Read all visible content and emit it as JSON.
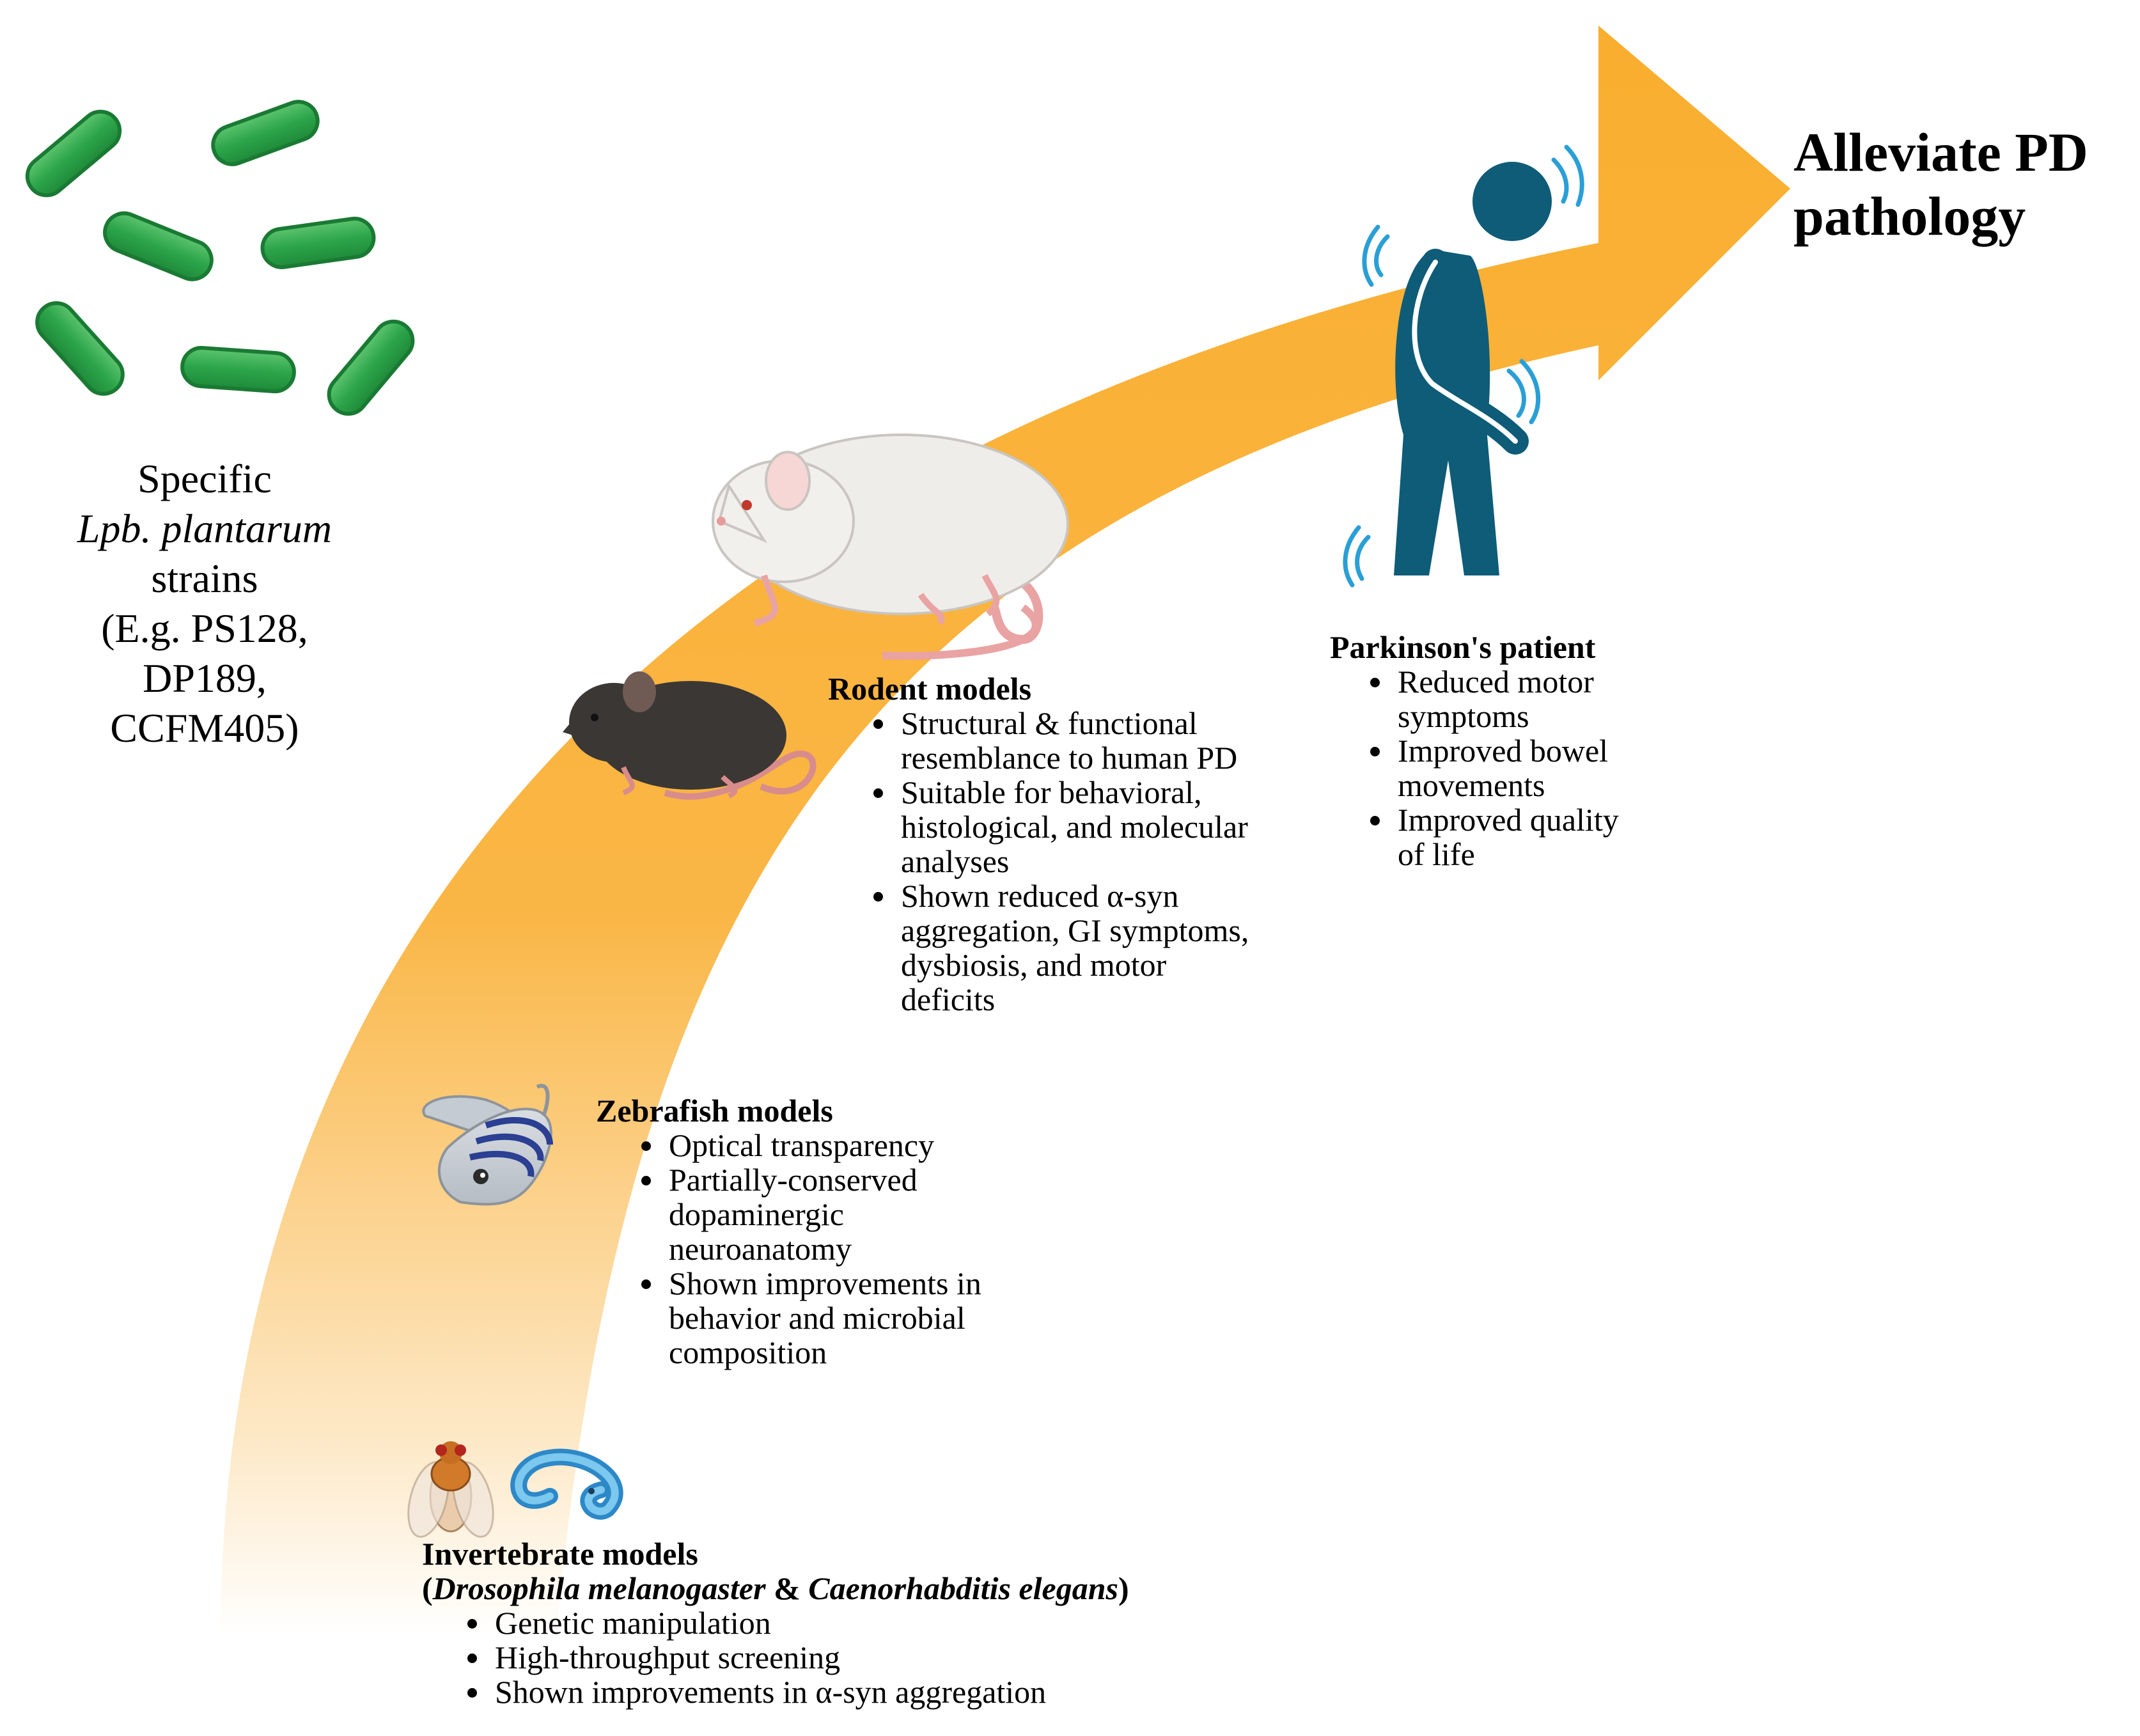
{
  "strain_label": {
    "line1": "Specific",
    "line2": "Lpb. plantarum",
    "line3": "strains",
    "line4": "(E.g. PS128,",
    "line5": "DP189,",
    "line6": "CCFM405)"
  },
  "goal": {
    "line1": "Alleviate PD",
    "line2": "pathology"
  },
  "patient": {
    "title": "Parkinson's patient",
    "items": [
      "Reduced motor symptoms",
      "Improved bowel movements",
      "Improved quality of life"
    ],
    "lines": [
      [
        "Reduced motor",
        "symptoms"
      ],
      [
        "Improved bowel",
        "movements"
      ],
      [
        "Improved quality",
        "of life"
      ]
    ]
  },
  "rodent": {
    "title": "Rodent models",
    "lines": [
      [
        "Structural & functional",
        "resemblance to human PD"
      ],
      [
        "Suitable for behavioral,",
        "histological, and molecular",
        "analyses"
      ],
      [
        "Shown reduced α-syn",
        "aggregation, GI symptoms,",
        "dysbiosis, and motor",
        "deficits"
      ]
    ]
  },
  "zebrafish": {
    "title": "Zebrafish models",
    "lines": [
      [
        "Optical transparency"
      ],
      [
        "Partially-conserved",
        "dopaminergic",
        "neuroanatomy"
      ],
      [
        "Shown improvements in",
        "behavior and microbial",
        "composition"
      ]
    ]
  },
  "invertebrate": {
    "title": "Invertebrate models",
    "subtitle_open": "(",
    "species1": "Drosophila melanogaster",
    "amp": " & ",
    "species2": "Caenorhabditis elegans",
    "subtitle_close": ")",
    "items": [
      "Genetic manipulation",
      "High-throughput screening",
      "Shown improvements in α-syn aggregation"
    ]
  },
  "colors": {
    "arrow": "#f9ae2f",
    "arrow_fade": "#fde5bd",
    "bacteria": "#2ca54a",
    "patient": "#0e5c78",
    "tremor": "#2a9fd6"
  }
}
